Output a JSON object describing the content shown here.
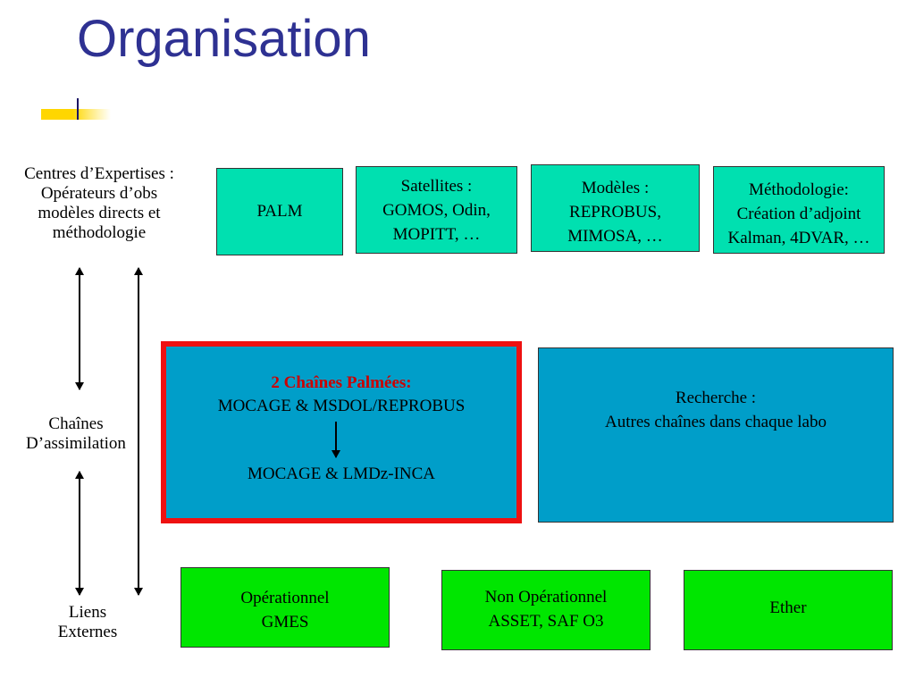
{
  "title": "Organisation",
  "left_labels": {
    "centres": [
      "Centres d’Expertises :",
      "Opérateurs d’obs",
      "modèles directs et",
      "méthodologie"
    ],
    "chaines": [
      "Chaînes",
      "D’assimilation"
    ],
    "liens": [
      "Liens",
      "Externes"
    ]
  },
  "top_boxes": {
    "palm": [
      "PALM"
    ],
    "satellites": [
      "Satellites :",
      "GOMOS, Odin,",
      "MOPITT, …"
    ],
    "modeles": [
      "Modèles :",
      "REPROBUS,",
      "MIMOSA, …"
    ],
    "methodologie": [
      "Méthodologie:",
      "Création d’adjoint",
      "Kalman, 4DVAR, …"
    ]
  },
  "palmees": {
    "heading": "2 Chaînes Palmées:",
    "chain1": "MOCAGE & MSDOL/REPROBUS",
    "chain2": "MOCAGE & LMDz-INCA"
  },
  "recherche": [
    "Recherche :",
    "Autres chaînes dans chaque labo"
  ],
  "bottom_boxes": {
    "operationnel": [
      "Opérationnel",
      "GMES"
    ],
    "non_operationnel": [
      "Non Opérationnel",
      "ASSET, SAF O3"
    ],
    "ether": [
      "Ether"
    ]
  },
  "colors": {
    "title": "#2e3192",
    "teal_box": "#00e0b0",
    "blue_box": "#009ec9",
    "green_box": "#00e600",
    "highlight_border": "#ee1111"
  }
}
